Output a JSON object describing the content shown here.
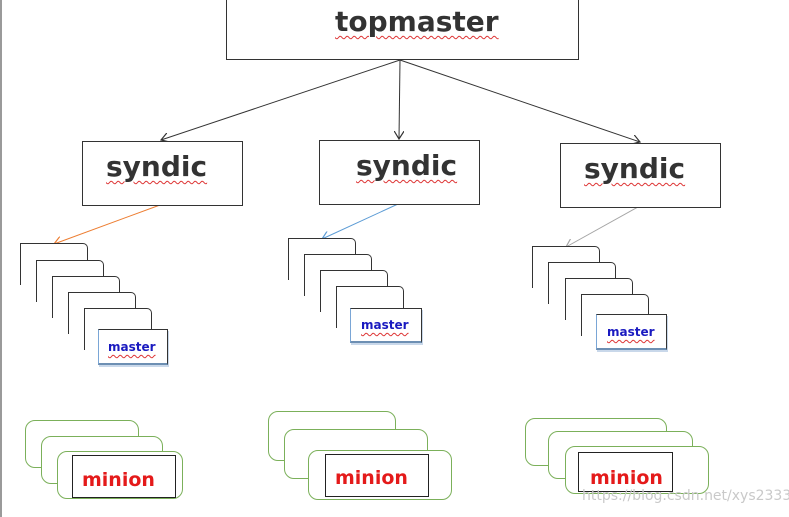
{
  "diagram": {
    "top": {
      "label": "topmaster"
    },
    "syndics": [
      {
        "label": "syndic"
      },
      {
        "label": "syndic"
      },
      {
        "label": "syndic"
      }
    ],
    "master_stacks": [
      {
        "label": "master",
        "arrow_color": "#ed7d31"
      },
      {
        "label": "master",
        "arrow_color": "#5b9bd5"
      },
      {
        "label": "master",
        "arrow_color": "#a5a5a5"
      }
    ],
    "minion_stacks": [
      {
        "label": "minion"
      },
      {
        "label": "minion"
      },
      {
        "label": "minion"
      }
    ],
    "watermark": "https://blog.csdn.net/xys2333"
  }
}
